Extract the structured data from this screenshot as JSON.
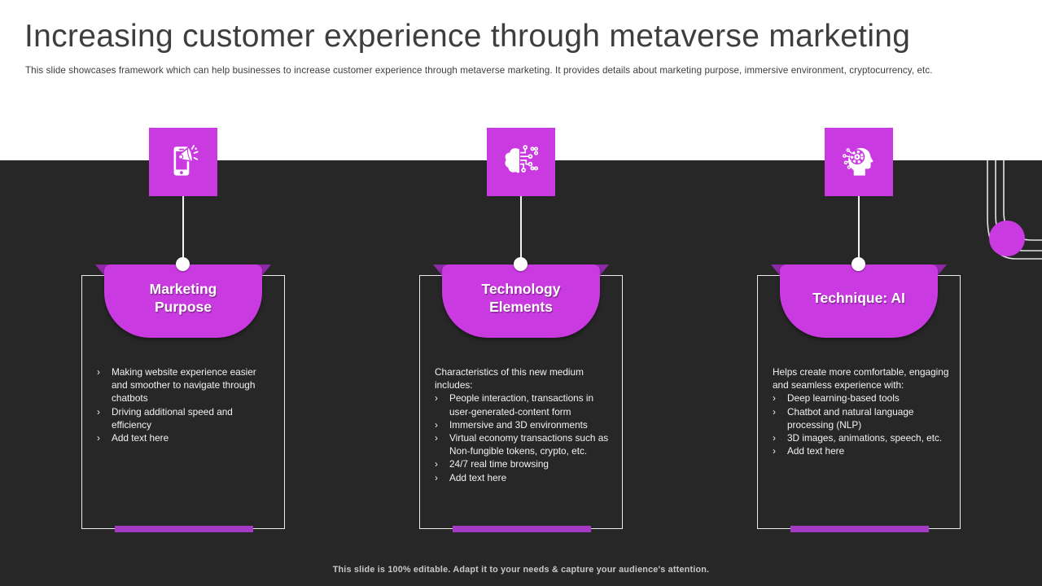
{
  "slide": {
    "title": "Increasing customer experience through metaverse marketing",
    "subtitle": "This slide showcases framework which can help businesses to increase customer experience through metaverse marketing. It provides details about marketing purpose, immersive environment, cryptocurrency, etc.",
    "footer": "This slide is 100% editable. Adapt it to your needs & capture your audience's attention."
  },
  "ui": {
    "bullet_marker": "›"
  },
  "colors": {
    "accent": "#c93be0",
    "accent_dark": "#8e2aa8",
    "bar": "#a53bc4",
    "bg_dark": "#272727",
    "bg_light": "#ffffff"
  },
  "columns": [
    {
      "icon": "mobile-megaphone-icon",
      "header": "Marketing Purpose",
      "intro": "",
      "bullets": [
        "Making website experience easier and smoother to navigate through chatbots",
        "Driving additional speed and efficiency",
        "Add text here"
      ]
    },
    {
      "icon": "brain-circuit-icon",
      "header": "Technology Elements",
      "intro": "Characteristics of this new medium includes:",
      "bullets": [
        "People interaction, transactions in user-generated-content form",
        "Immersive and 3D environments",
        "Virtual economy transactions such as Non-fungible tokens, crypto, etc.",
        "24/7 real time browsing",
        "Add text here"
      ]
    },
    {
      "icon": "head-gear-icon",
      "header": "Technique: AI",
      "intro": "Helps create more comfortable, engaging and seamless experience with:",
      "bullets": [
        "Deep learning-based tools",
        "Chatbot and natural language processing (NLP)",
        "3D images, animations, speech, etc.",
        "Add text here"
      ]
    }
  ]
}
